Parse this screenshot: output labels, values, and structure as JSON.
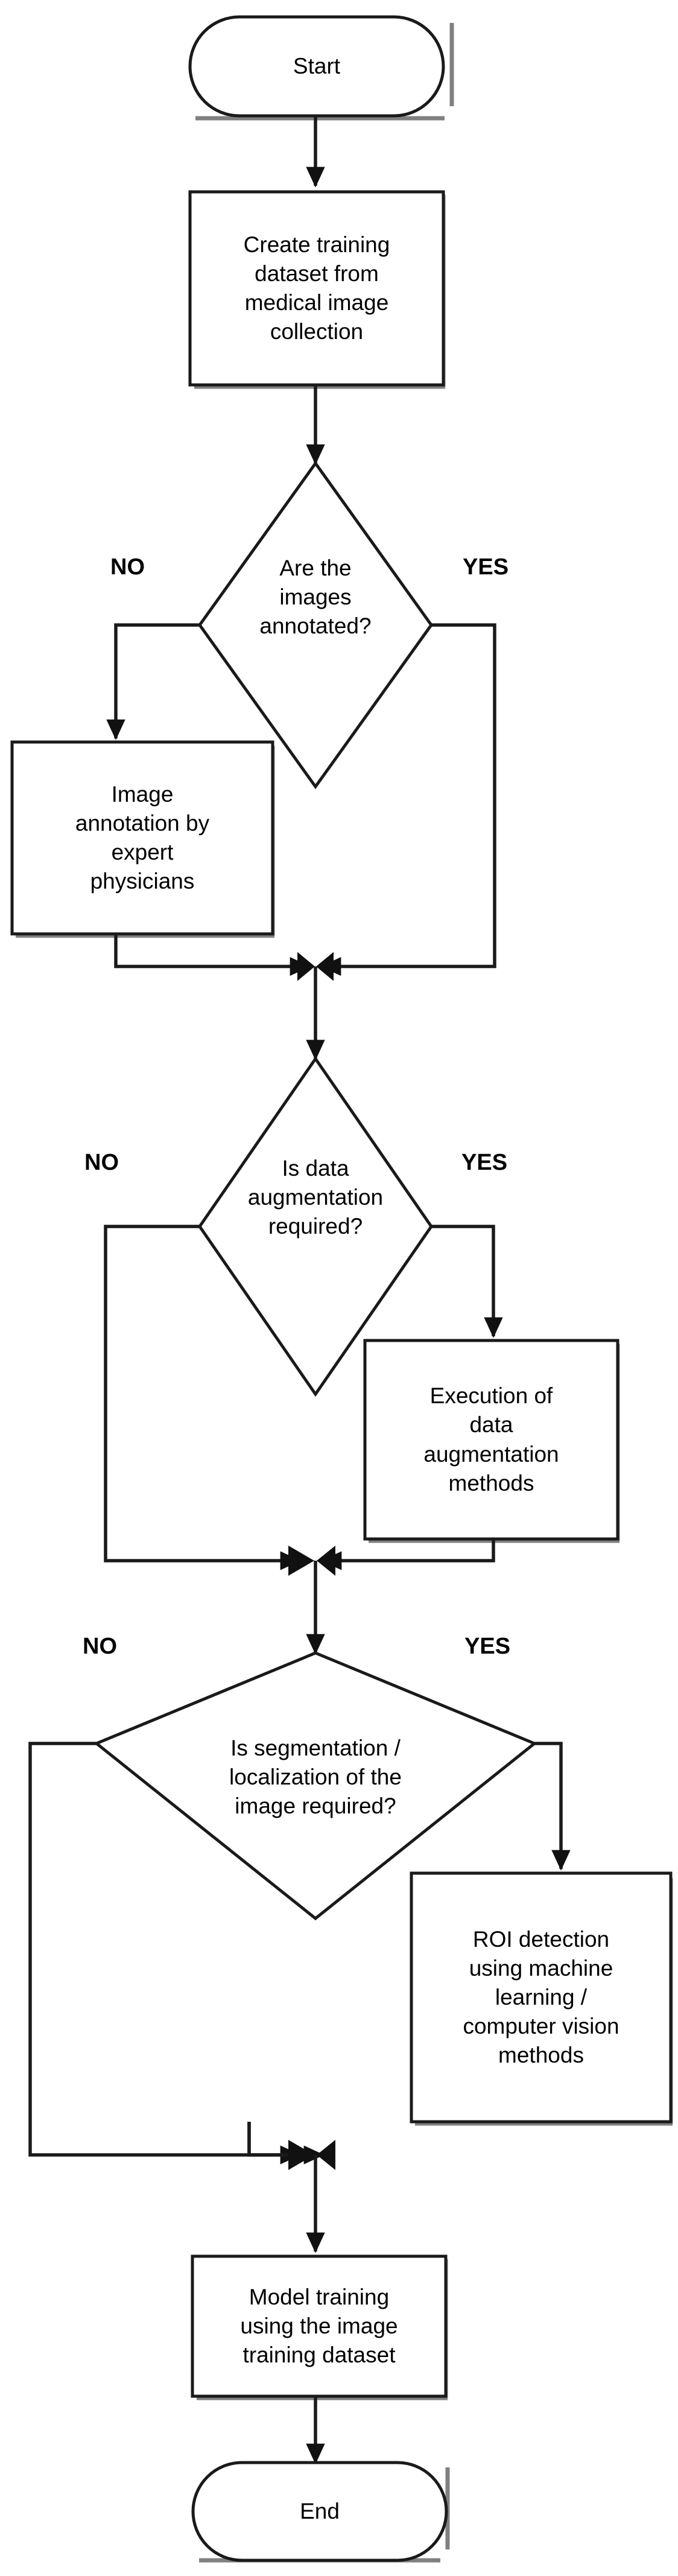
{
  "diagram": {
    "type": "flowchart",
    "title": "Medical image deep learning training pipeline flowchart",
    "orientation": "top-to-bottom",
    "colors": {
      "background": "#ffffff",
      "stroke": "#1a1a1a",
      "shadow": "#7f7f7f",
      "text": "#000000"
    }
  },
  "nodes": {
    "start": {
      "shape": "terminator",
      "label": "Start"
    },
    "create_dataset": {
      "shape": "process",
      "label": "Create training\ndataset from\nmedical image\ncollection"
    },
    "annotated_decision": {
      "shape": "decision",
      "label": "Are the\nimages\nannotated?"
    },
    "annotation_process": {
      "shape": "process",
      "label": "Image\nannotation by\nexpert\nphysicians"
    },
    "augmentation_decision": {
      "shape": "decision",
      "label": "Is data\naugmentation\nrequired?"
    },
    "augmentation_process": {
      "shape": "process",
      "label": "Execution of\ndata\naugmentation\nmethods"
    },
    "segmentation_decision": {
      "shape": "decision",
      "label": "Is segmentation /\nlocalization of the\nimage required?"
    },
    "roi_process": {
      "shape": "process",
      "label": "ROI detection\nusing machine\nlearning /\ncomputer vision\nmethods"
    },
    "model_training": {
      "shape": "process",
      "label": "Model training\nusing the image\ntraining dataset"
    },
    "end": {
      "shape": "terminator",
      "label": "End"
    }
  },
  "branch_labels": {
    "annotated_no": "NO",
    "annotated_yes": "YES",
    "augmentation_no": "NO",
    "augmentation_yes": "YES",
    "segmentation_no": "NO",
    "segmentation_yes": "YES"
  },
  "edges": [
    {
      "from": "start",
      "to": "create_dataset",
      "label": ""
    },
    {
      "from": "create_dataset",
      "to": "annotated_decision",
      "label": ""
    },
    {
      "from": "annotated_decision",
      "to": "annotation_process",
      "label": "NO"
    },
    {
      "from": "annotated_decision",
      "to": "merge_1",
      "label": "YES"
    },
    {
      "from": "annotation_process",
      "to": "merge_1",
      "label": ""
    },
    {
      "from": "merge_1",
      "to": "augmentation_decision",
      "label": ""
    },
    {
      "from": "augmentation_decision",
      "to": "merge_2",
      "label": "NO"
    },
    {
      "from": "augmentation_decision",
      "to": "augmentation_process",
      "label": "YES"
    },
    {
      "from": "augmentation_process",
      "to": "merge_2",
      "label": ""
    },
    {
      "from": "merge_2",
      "to": "segmentation_decision",
      "label": ""
    },
    {
      "from": "segmentation_decision",
      "to": "merge_3",
      "label": "NO"
    },
    {
      "from": "segmentation_decision",
      "to": "roi_process",
      "label": "YES"
    },
    {
      "from": "roi_process",
      "to": "merge_3",
      "label": ""
    },
    {
      "from": "merge_3",
      "to": "model_training",
      "label": ""
    },
    {
      "from": "model_training",
      "to": "end",
      "label": ""
    }
  ]
}
